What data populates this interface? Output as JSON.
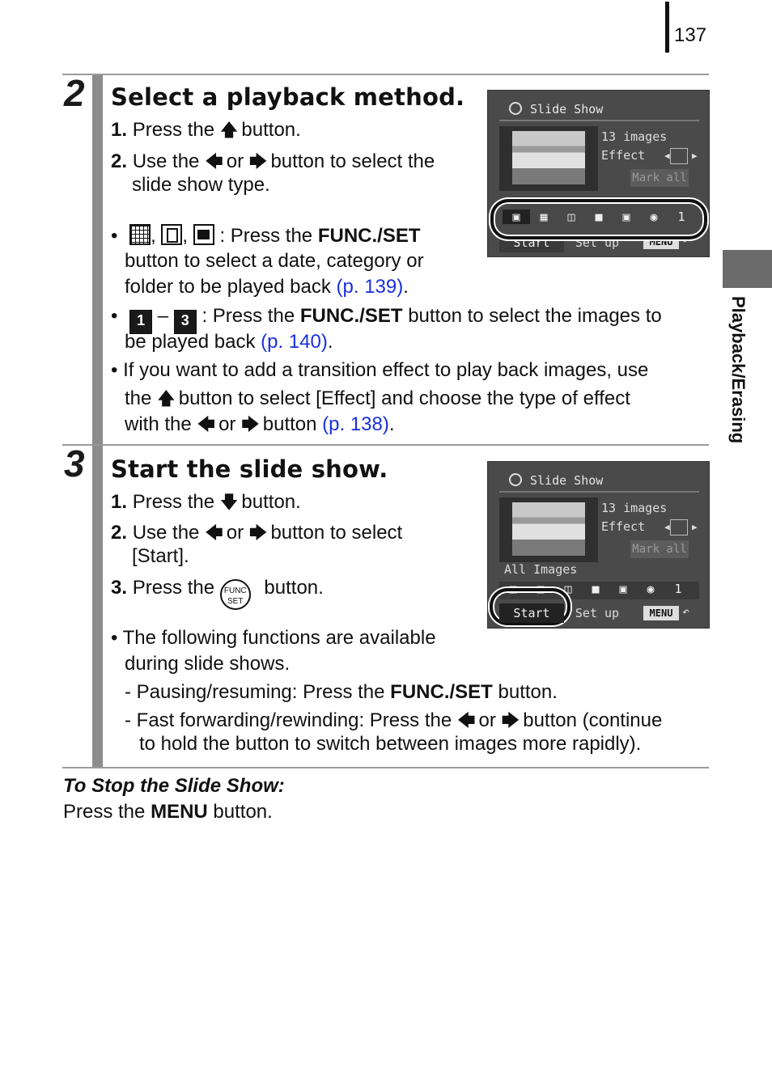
{
  "header": {
    "page_number": "137"
  },
  "side_tab": {
    "label": "Playback/Erasing"
  },
  "step2": {
    "number": "2",
    "title": "Select a playback method.",
    "s1_num": "1.",
    "s1_a": "Press the",
    "s1_b": "button.",
    "s2_num": "2.",
    "s2_a": "Use the",
    "s2_or": "or",
    "s2_b": "button to select the",
    "s2_c": "slide show type.",
    "b1_a": ": Press the",
    "b1_bold": "FUNC./SET",
    "b1_c": "button to select a date, category or",
    "b1_d": "folder to be played back",
    "b1_link": "(p. 139)",
    "b1_end": ".",
    "b2_dash": "–",
    "b2_a": ": Press the",
    "b2_bold": "FUNC./SET",
    "b2_b": "button to select the images to",
    "b2_c": "be played back",
    "b2_link": "(p. 140)",
    "b2_end": ".",
    "b3_a": "If you want to add a transition effect to play back images, use",
    "b3_b": "the",
    "b3_c": "button to select [Effect] and choose the type of effect",
    "b3_d": "with the",
    "b3_or": "or",
    "b3_e": "button",
    "b3_link": "(p. 138)",
    "b3_end": ".",
    "mark1": "1",
    "mark3": "3",
    "bullet": "•",
    "comma": ","
  },
  "screen": {
    "title": "Slide Show",
    "count": "13 images",
    "effect": "Effect",
    "mark_all": "Mark all",
    "all_images": "All Images",
    "start": "Start",
    "setup": "Set up",
    "menu": "MENU",
    "mark_icon": "1"
  },
  "step3": {
    "number": "3",
    "title": "Start the slide show.",
    "s1_num": "1.",
    "s1_a": "Press the",
    "s1_b": "button.",
    "s2_num": "2.",
    "s2_a": "Use the",
    "s2_or": "or",
    "s2_b": "button to select",
    "s2_c": "[Start].",
    "s3_num": "3.",
    "s3_a": "Press the",
    "s3_b": "button.",
    "func_top": "FUNC",
    "func_bottom": "SET",
    "b1_a": "The following functions are available",
    "b1_b": "during slide shows.",
    "d1_a": "Pausing/resuming: Press the",
    "d1_bold": "FUNC./SET",
    "d1_b": "button.",
    "d2_a": "Fast forwarding/rewinding: Press the",
    "d2_or": "or",
    "d2_b": "button (continue",
    "d2_c": "to hold the button to switch between images more rapidly).",
    "dash": "-"
  },
  "stop": {
    "title": "To Stop the Slide Show:",
    "text_a": "Press the",
    "text_bold": "MENU",
    "text_b": "button."
  }
}
